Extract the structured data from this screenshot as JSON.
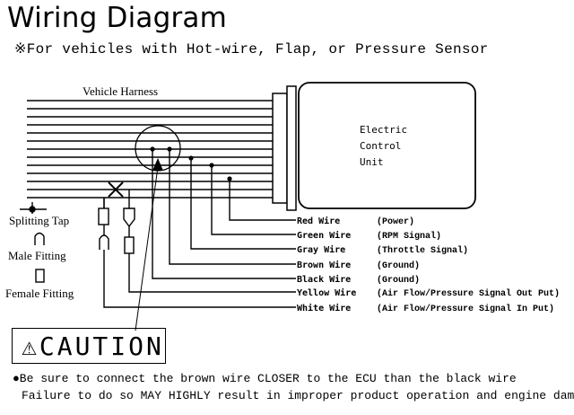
{
  "header": {
    "title": "Wiring Diagram",
    "subtitle": "※For vehicles with Hot-wire, Flap, or Pressure Sensor"
  },
  "diagram": {
    "harness_label": "Vehicle Harness",
    "ecu_line1": "Electric",
    "ecu_line2": "Control",
    "ecu_line3": "Unit",
    "legend": {
      "splitting_tap": "Splitting Tap",
      "male_fitting": "Male Fitting",
      "female_fitting": "Female Fitting"
    },
    "wires": [
      {
        "name": "Red Wire",
        "desc": "(Power)"
      },
      {
        "name": "Green Wire",
        "desc": "(RPM Signal)"
      },
      {
        "name": "Gray Wire",
        "desc": "(Throttle Signal)"
      },
      {
        "name": "Brown Wire",
        "desc": "(Ground)"
      },
      {
        "name": "Black Wire",
        "desc": "(Ground)"
      },
      {
        "name": "Yellow Wire",
        "desc": "(Air Flow/Pressure Signal Out Put)"
      },
      {
        "name": "White Wire",
        "desc": "(Air Flow/Pressure Signal In Put)"
      }
    ]
  },
  "caution": {
    "label": "CAUTION",
    "symbol": "⚠",
    "line1": "●Be sure to connect the brown wire CLOSER to the ECU than the black wire",
    "line2": "Failure to do so MAY HIGHLY result in improper product operation and engine damage."
  }
}
